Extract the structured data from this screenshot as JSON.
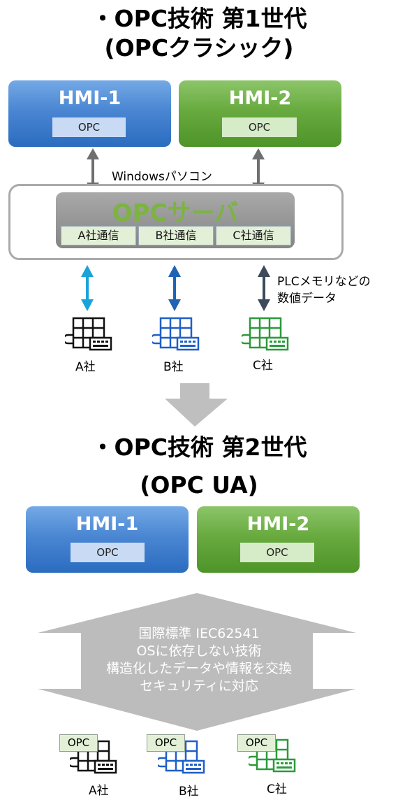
{
  "gen1": {
    "title_line1": "・OPC技術 第1世代",
    "title_line2": "(OPCクラシック)",
    "hmi1": {
      "name": "HMI-1",
      "opc": "OPC"
    },
    "hmi2": {
      "name": "HMI-2",
      "opc": "OPC"
    },
    "windows_label": "Windowsパソコン",
    "server": {
      "title": "OPCサーバ",
      "comms": [
        "A社通信",
        "B社通信",
        "C社通信"
      ]
    },
    "plc_note_line1": "PLCメモリなどの",
    "plc_note_line2": "数値データ",
    "companies": [
      "A社",
      "B社",
      "C社"
    ]
  },
  "gen2": {
    "title_line1": "・OPC技術 第2世代",
    "title_line2": "(OPC UA)",
    "hmi1": {
      "name": "HMI-1",
      "opc": "OPC"
    },
    "hmi2": {
      "name": "HMI-2",
      "opc": "OPC"
    },
    "features": [
      "国際標準 IEC62541",
      "OSに依存しない技術",
      "構造化したデータや情報を交換",
      "セキュリティに対応"
    ],
    "device_opc": [
      "OPC",
      "OPC",
      "OPC"
    ],
    "companies": [
      "A社",
      "B社",
      "C社"
    ]
  },
  "colors": {
    "blue": "#2b6cc0",
    "green": "#4e9428",
    "server_text": "#7cb342",
    "arrow_cyan": "#1aa3d9",
    "arrow_blue": "#1f63b5",
    "arrow_gray": "#3c4a5c",
    "down_arrow": "#bfbfbf"
  }
}
